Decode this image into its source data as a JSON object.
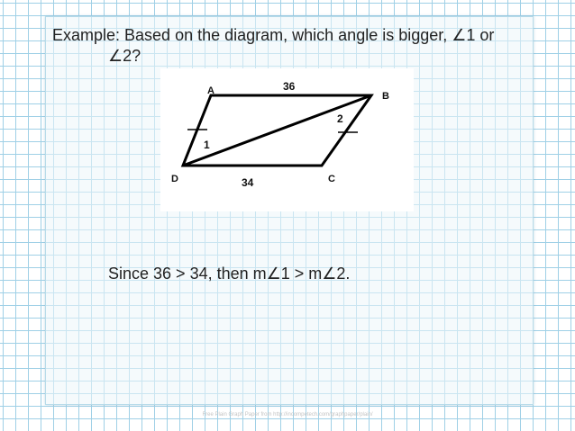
{
  "question": {
    "line1": "Example:  Based on the diagram, which angle is bigger, ∠1 or",
    "line2": "∠2?"
  },
  "diagram": {
    "vertices": {
      "a": "A",
      "b": "B",
      "c": "C",
      "d": "D"
    },
    "sides": {
      "ab": "36",
      "dc": "34"
    },
    "angles": {
      "one": "1",
      "two": "2"
    }
  },
  "conclusion": "Since 36 > 34, then m∠1 > m∠2.",
  "footer": "Free Plain Graph Paper from http://incompetech.com/graphpaper/plain/"
}
